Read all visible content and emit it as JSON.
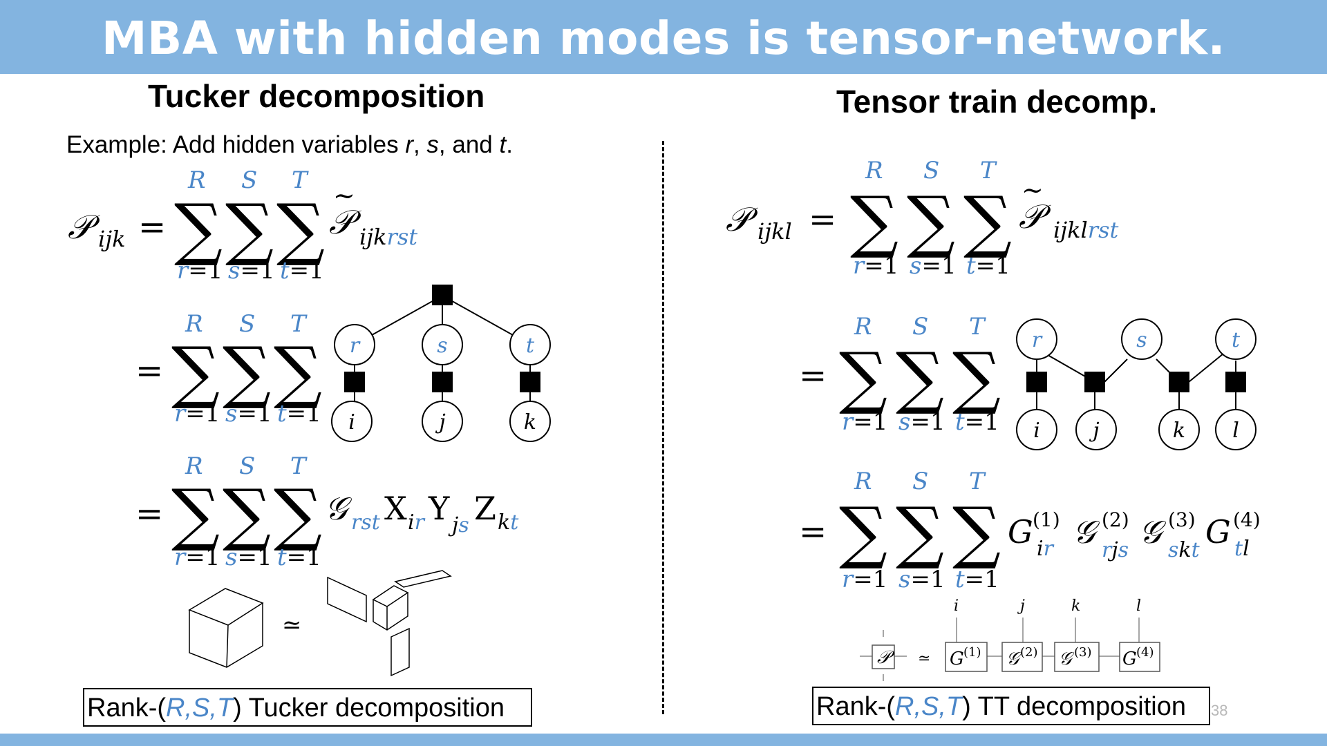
{
  "title": "MBA with hidden modes is tensor-network.",
  "left": {
    "heading": "Tucker decomposition",
    "example_prefix": "Example: Add hidden variables ",
    "example_r": "r",
    "example_sep1": ", ",
    "example_s": "s",
    "example_sep2": ", and ",
    "example_t": "t",
    "example_end": ".",
    "rank_prefix": "Rank-(",
    "rank_vars": "R,S,T",
    "rank_suffix": ") Tucker decomposition",
    "nodes": {
      "hidden": [
        "r",
        "s",
        "t"
      ],
      "visible": [
        "i",
        "j",
        "k"
      ]
    }
  },
  "right": {
    "heading": "Tensor train decomp.",
    "rank_prefix": "Rank-(",
    "rank_vars": "R,S,T",
    "rank_suffix": ") TT decomposition",
    "nodes": {
      "hidden": [
        "r",
        "s",
        "t"
      ],
      "visible": [
        "i",
        "j",
        "k",
        "l"
      ]
    },
    "tt_labels": [
      "i",
      "j",
      "k",
      "l"
    ]
  },
  "page_number": "38",
  "colors": {
    "banner": "#83b4e0",
    "accent": "#4a86c8"
  }
}
